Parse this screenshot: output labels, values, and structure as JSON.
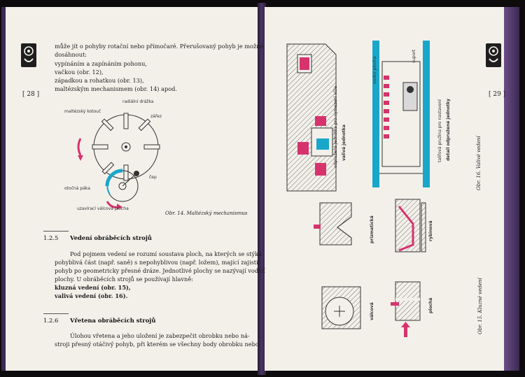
{
  "left_page": {
    "page_number": "[ 28 ]",
    "intro_line1": "může jít o pohyby rotační nebo přímočaré. Přerušovaný pohyb je možné",
    "intro_line2": "dosáhnout:",
    "list": [
      "vypínáním a zapínáním pohonu,",
      "vačkou (obr. 12),",
      "západkou a rohatkou (obr. 13),",
      "maltézským mechanismem (obr. 14) apod."
    ],
    "figure14": {
      "labels": {
        "maltese_cross": "maltézský kotouč",
        "radial_slot": "radiální drážka",
        "notch": "zářez",
        "pin": "čep",
        "rotating_arm": "otočná páka",
        "locking_plate": "uzavírací válcová plocha"
      },
      "caption": "Obr. 14. Maltézský mechanismus"
    },
    "section_125": {
      "number": "1.2.5",
      "title": "Vedení obráběcích strojů",
      "lines": [
        "Pod pojmem vedení se rozumí soustava ploch, na kterých se stýká",
        "pohyblivá část (např. saně) s nepohyblivou (např. ložem), mající zajistit",
        "pohyb po geometricky přesné dráze. Jednotlivé plochy se nazývají vodicí",
        "plochy. U obráběcích strojů se používají hlavně:"
      ],
      "items": [
        "kluzná vedení (obr. 15),",
        "valivá vedení (obr. 16)."
      ]
    },
    "section_126": {
      "number": "1.2.6",
      "title": "Vřetena obráběcích strojů",
      "lines": [
        "Úlohou vřetena a jeho uložení je zabezpečit obrobku nebo ná-",
        "stroji přesný otáčivý pohyb, při kterém se všechny body obrobku nebo"
      ]
    }
  },
  "right_page": {
    "page_number": "[ 29 ]",
    "figure16": {
      "labels": {
        "rolling_unit": "valivá jednotka",
        "spring_for_clearance": "odpružená jednotka pro vymezení vůle",
        "guide_surface": "vodicí plocha",
        "carriage": "suport",
        "disc_spring": "talířová pružina pro nastavení",
        "sprung_unit_detail": "detail odpružené jednotky"
      },
      "caption": "Obr. 16. Valivé vedení"
    },
    "figure15": {
      "labels": {
        "prismatic": "prizmatická",
        "dovetail": "rybinová",
        "cylindrical": "válcová",
        "flat": "plochá"
      },
      "caption": "Obr. 15. Kluzné vedení"
    }
  },
  "colors": {
    "accent": "#d6336c",
    "cyan": "#19a7c9",
    "ink": "#1d1d1d",
    "paper": "#f3f0ea"
  }
}
